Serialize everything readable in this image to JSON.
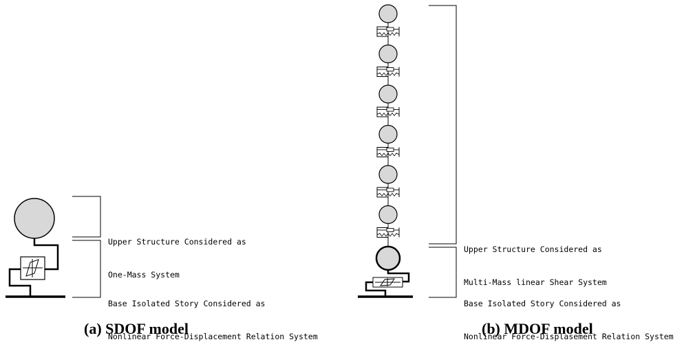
{
  "sdof": {
    "upper_label": [
      "Upper Structure Considered as",
      "One-Mass System"
    ],
    "base_label": [
      "Base Isolated Story Considered as",
      "Nonlinear Force-Displacement Relation System"
    ],
    "caption": "(a) SDOF model"
  },
  "mdof": {
    "upper_label": [
      "Upper Structure Considered as",
      "Multi-Mass linear Shear System"
    ],
    "base_label": [
      "Base Isolated Story Considered as",
      "Nonlinear Force-Displasement Relation System"
    ],
    "caption": "(b) MDOF model"
  },
  "colors": {
    "mass_fill": "#d8d8d8",
    "line": "#000000"
  }
}
